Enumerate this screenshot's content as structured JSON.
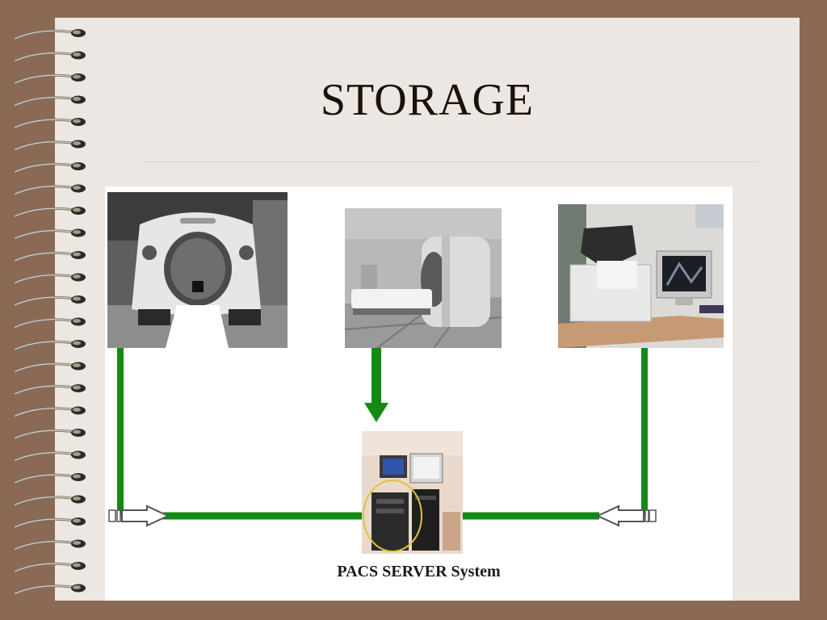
{
  "slide": {
    "title": "STORAGE"
  },
  "diagram": {
    "caption": "PACS SERVER System",
    "colors": {
      "page": "#ece7e3",
      "border": "#8a6a55",
      "connector": "#138a13"
    },
    "images": [
      {
        "name": "ct-scanner",
        "icon": "ct-scanner-icon"
      },
      {
        "name": "mri-scanner",
        "icon": "mri-scanner-icon"
      },
      {
        "name": "film-printer-workstation",
        "icon": "printer-workstation-icon"
      },
      {
        "name": "pacs-server",
        "icon": "server-icon"
      }
    ]
  }
}
